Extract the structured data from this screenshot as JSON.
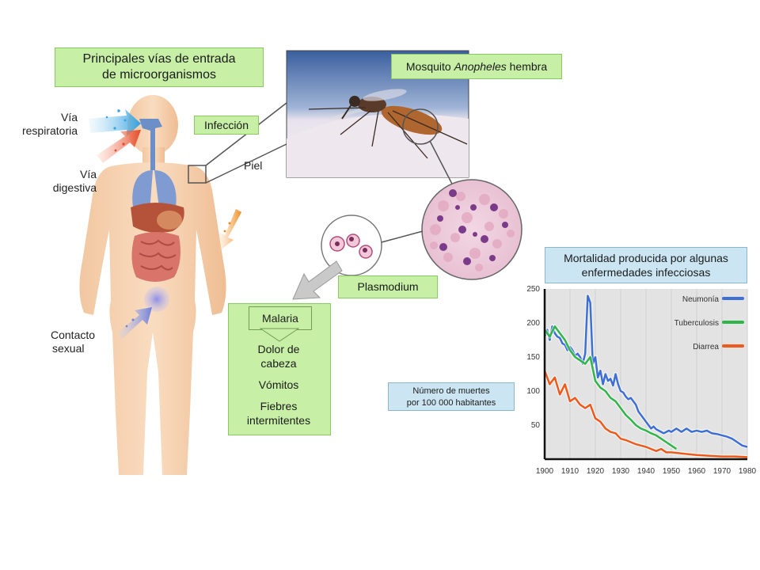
{
  "title": {
    "line1": "Principales vías de entrada",
    "line2": "de microorganismos"
  },
  "routes": {
    "respiratory": {
      "line1": "Vía",
      "line2": "respiratoria"
    },
    "digestive": {
      "line1": "Vía",
      "line2": "digestiva"
    },
    "sexual": {
      "line1": "Contacto",
      "line2": "sexual"
    }
  },
  "infection_label": "Infección",
  "skin_label": "Piel",
  "mosquito_label": {
    "prefix": "Mosquito ",
    "species": "Anopheles",
    "suffix": " hembra"
  },
  "plasmodium_label": "Plasmodium",
  "malaria": {
    "title": "Malaria",
    "symptoms": [
      "Dolor de cabeza",
      "Vómitos",
      "Fiebres intermitentes"
    ]
  },
  "chart_title": {
    "line1": "Mortalidad producida por algunas",
    "line2": "enfermedades infecciosas"
  },
  "ylabel": {
    "line1": "Número de muertes",
    "line2": "por 100 000 habitantes"
  },
  "colors": {
    "green_box": "#c7efa6",
    "blue_box": "#cbe6f2",
    "neumonia": "#3e6fd6",
    "tuberculosis": "#2fb54a",
    "diarrea": "#ee5a1c"
  },
  "chart_data": {
    "type": "line",
    "xlim": [
      1900,
      1980
    ],
    "ylim": [
      0,
      250
    ],
    "x_ticks": [
      1900,
      1910,
      1920,
      1930,
      1940,
      1950,
      1960,
      1970,
      1980
    ],
    "y_ticks": [
      50,
      100,
      150,
      200,
      250
    ],
    "legend_position": "top-right",
    "series": [
      {
        "name": "Neumonía",
        "x": [
          1900,
          1901,
          1902,
          1903,
          1904,
          1905,
          1906,
          1907,
          1908,
          1909,
          1910,
          1911,
          1912,
          1913,
          1914,
          1915,
          1916,
          1917,
          1918,
          1919,
          1920,
          1921,
          1922,
          1923,
          1924,
          1925,
          1926,
          1927,
          1928,
          1929,
          1930,
          1931,
          1932,
          1933,
          1934,
          1935,
          1936,
          1937,
          1938,
          1939,
          1940,
          1941,
          1942,
          1943,
          1944,
          1945,
          1946,
          1947,
          1948,
          1949,
          1950,
          1952,
          1954,
          1956,
          1958,
          1960,
          1962,
          1964,
          1966,
          1968,
          1970,
          1972,
          1974,
          1976,
          1978,
          1980
        ],
        "y": [
          180,
          190,
          175,
          195,
          185,
          180,
          178,
          170,
          168,
          160,
          165,
          160,
          152,
          155,
          150,
          140,
          155,
          240,
          230,
          140,
          150,
          120,
          130,
          110,
          125,
          115,
          118,
          108,
          125,
          110,
          100,
          98,
          92,
          88,
          90,
          85,
          80,
          70,
          65,
          60,
          55,
          50,
          45,
          48,
          44,
          42,
          40,
          38,
          40,
          42,
          40,
          45,
          40,
          45,
          40,
          42,
          40,
          42,
          38,
          37,
          35,
          33,
          30,
          25,
          20,
          18
        ]
      },
      {
        "name": "Tuberculosis",
        "x": [
          1900,
          1902,
          1904,
          1906,
          1908,
          1910,
          1912,
          1914,
          1916,
          1918,
          1920,
          1922,
          1924,
          1926,
          1928,
          1930,
          1932,
          1934,
          1936,
          1938,
          1940,
          1942,
          1944,
          1946,
          1948,
          1950,
          1952
        ],
        "y": [
          190,
          180,
          195,
          185,
          175,
          160,
          150,
          145,
          140,
          150,
          115,
          105,
          100,
          90,
          85,
          75,
          65,
          58,
          50,
          45,
          42,
          38,
          35,
          30,
          25,
          20,
          15
        ]
      },
      {
        "name": "Diarrea",
        "x": [
          1900,
          1902,
          1904,
          1906,
          1908,
          1910,
          1912,
          1914,
          1916,
          1918,
          1920,
          1922,
          1924,
          1926,
          1928,
          1930,
          1932,
          1934,
          1936,
          1938,
          1940,
          1942,
          1944,
          1946,
          1948,
          1950,
          1955,
          1960,
          1965,
          1970,
          1975,
          1980
        ],
        "y": [
          130,
          110,
          120,
          95,
          110,
          85,
          90,
          80,
          75,
          80,
          60,
          55,
          45,
          40,
          38,
          30,
          28,
          25,
          22,
          20,
          18,
          15,
          12,
          15,
          10,
          10,
          8,
          6,
          5,
          4,
          4,
          3
        ]
      }
    ]
  }
}
